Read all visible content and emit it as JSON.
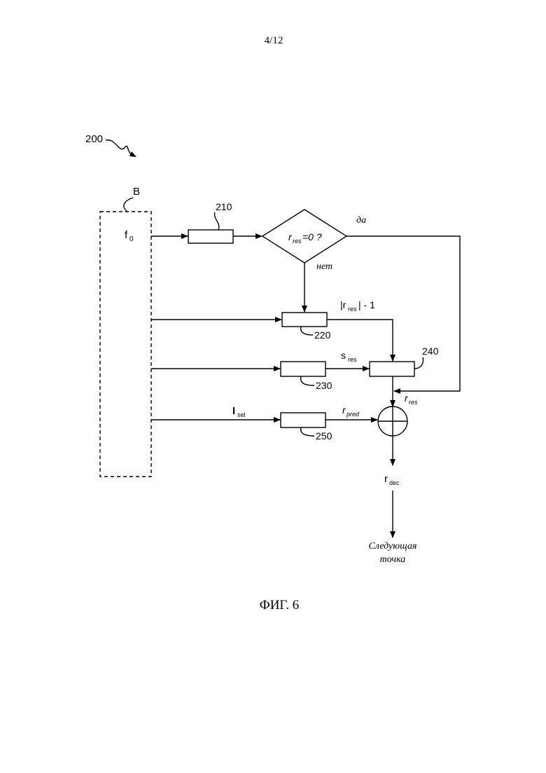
{
  "page_number": "4/12",
  "figure_ref": "200",
  "block_b": {
    "label": "B",
    "signal_main": "f",
    "signal_sub": "0"
  },
  "blocks": {
    "b210": "210",
    "b220": "220",
    "b230": "230",
    "b240": "240",
    "b250": "250"
  },
  "decision": {
    "var": "r",
    "var_sub": "res",
    "cond": "=0 ?",
    "yes": "да",
    "no": "нет"
  },
  "signals": {
    "abs_r_left": "|r",
    "abs_r_sub": "res",
    "abs_r_right": "| - 1",
    "s_main": "s",
    "s_sub": "res",
    "i_main": "I",
    "i_sub": "sel",
    "rpred_main": "r",
    "rpred_sub": "pred",
    "rres_main": "r",
    "rres_sub": "res",
    "rdec_main": "r",
    "rdec_sub": "dec"
  },
  "output": {
    "line1": "Следующая",
    "line2": "точка"
  },
  "caption": "ФИГ. 6"
}
